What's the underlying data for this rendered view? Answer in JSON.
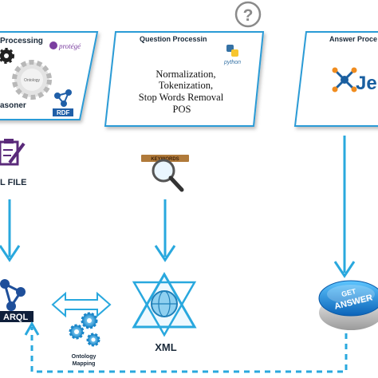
{
  "panels": {
    "left": {
      "title": "Processing",
      "protege_label": "protégé",
      "ontology_label": "Ontology",
      "reasoner_label": "asoner",
      "rdf_label": "RDF"
    },
    "middle": {
      "title": "Question Processin",
      "python_label": "python",
      "steps": [
        "Normalization,",
        "Tokenization,",
        "Stop Words Removal",
        "POS"
      ]
    },
    "right": {
      "title": "Answer Proce",
      "jena_label": "Jen"
    }
  },
  "help_symbol": "?",
  "file_label": "L FILE",
  "keywords_label": "KEYWORDS",
  "sparql_label": "ARQL",
  "xml_label": "XML",
  "ontology_mapping": [
    "Ontology",
    "Mapping"
  ],
  "get_answer": [
    "GET",
    "ANSWER"
  ],
  "colors": {
    "arrow_blue": "#29a8de",
    "panel_border": "#2b9bd6",
    "button_blue": "#1e7fd0",
    "text_dark": "#1b2a3a"
  }
}
